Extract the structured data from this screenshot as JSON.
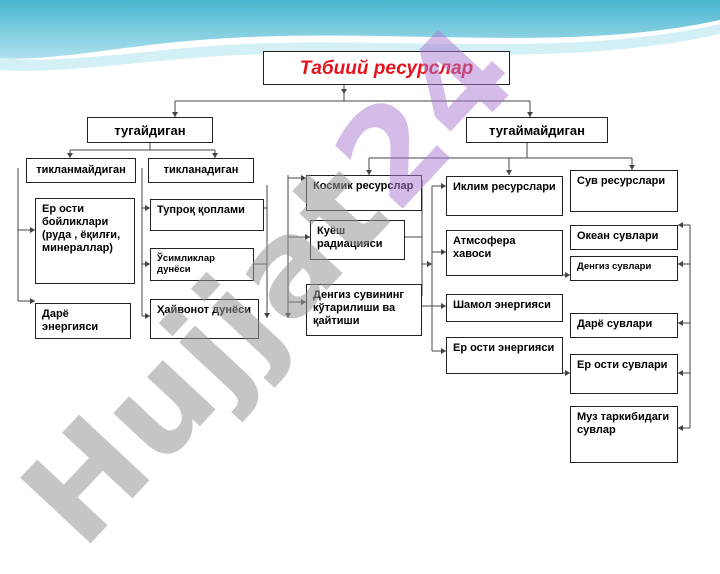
{
  "diagram": {
    "title": "Табиий ресурслар",
    "branches": {
      "left": "тугайдиган",
      "right": "тугаймайдиган"
    },
    "left": {
      "nonrenewable": {
        "label": "тикланмайдиган",
        "items": [
          "Ер ости бойликлари (руда , ёқилғи, минераллар)",
          "Дарё энергияси"
        ]
      },
      "renewable": {
        "label": "тикланадиган",
        "items": [
          "Тупроқ қоплами",
          "Ўсимликлар дунёси",
          "Ҳайвонот дунёси"
        ]
      }
    },
    "right": {
      "cosmic": {
        "label": "Космик ресурслар",
        "items": [
          "Куёш радиацияси",
          "Денгиз сувининг кўтарилиши ва қайтиши"
        ]
      },
      "climate": {
        "label": "Иклим ресурслари",
        "items": [
          "Атмсофера хавоси",
          "Шамол энергияси",
          "Ер ости энергияси"
        ]
      },
      "water": {
        "label": "Сув ресурслари",
        "items": [
          "Океан сувлари",
          "Денгиз сувлари",
          "Дарё сувлари",
          "Ер ости сувлари",
          "Муз таркибидаги сувлар"
        ]
      }
    }
  },
  "watermark": {
    "text_main": "Hujjat",
    "text_num": "24"
  },
  "colors": {
    "title": "#e4131d",
    "wave": "#3fb8d2"
  }
}
